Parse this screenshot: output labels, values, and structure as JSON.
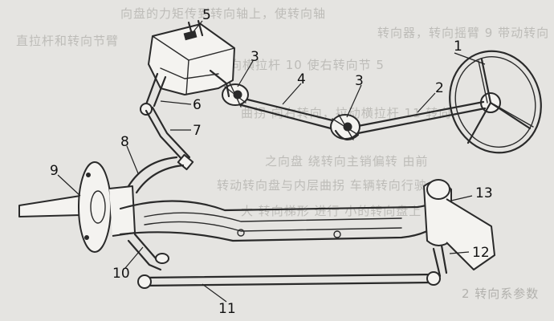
{
  "background_text": [
    "向盘的力矩传到转向轴上，使转向轴",
    "转向器，转向摇臂 9 带动转向",
    "直拉杆和转向节臂",
    "转向横拉杆 10 使右转向节 5",
    "曲拐 向右转向，拉动横拉杆 11 转向",
    "之向盘 绕转向主销偏转 由前",
    "转动转向盘与内层曲拐 车辆转向行驶",
    "大 转向梯形 进行 小的转向盘上"
  ],
  "page_corner_text": "2  转向系参数",
  "labels": [
    {
      "id": "1",
      "text": "1"
    },
    {
      "id": "2",
      "text": "2"
    },
    {
      "id": "3a",
      "text": "3"
    },
    {
      "id": "3b",
      "text": "3"
    },
    {
      "id": "4",
      "text": "4"
    },
    {
      "id": "5",
      "text": "5"
    },
    {
      "id": "6",
      "text": "6"
    },
    {
      "id": "7",
      "text": "7"
    },
    {
      "id": "8",
      "text": "8"
    },
    {
      "id": "9",
      "text": "9"
    },
    {
      "id": "10",
      "text": "10"
    },
    {
      "id": "11",
      "text": "11"
    },
    {
      "id": "12",
      "text": "12"
    },
    {
      "id": "13",
      "text": "13"
    }
  ],
  "colors": {
    "ink": "#2a2a2a",
    "paper": "#e5e4e1",
    "faint_text": "#bdbcb8"
  }
}
